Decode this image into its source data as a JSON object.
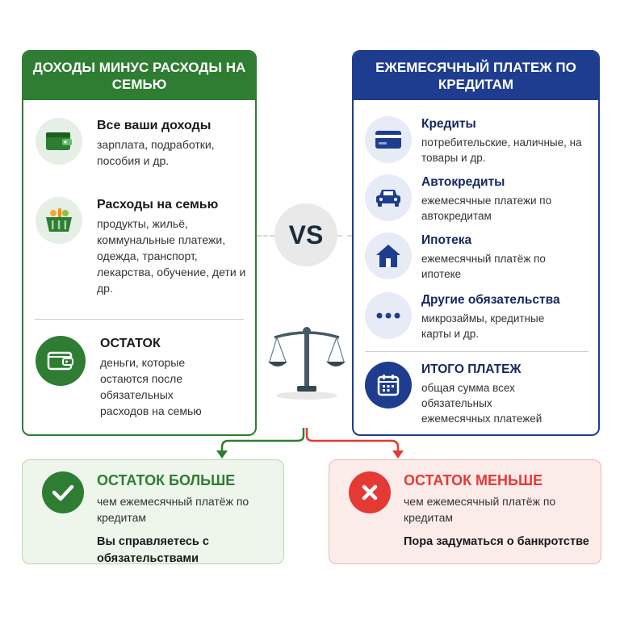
{
  "left_panel": {
    "title": "ДОХОДЫ МИНУС РАСХОДЫ НА СЕМЬЮ",
    "items": [
      {
        "title": "Все ваши доходы",
        "desc": "зарплата, подработки, пособия и др.",
        "icon": "wallet-icon"
      },
      {
        "title": "Расходы на семью",
        "desc": "продукты, жильё, коммунальные платежи, одежда, транспорт, лекарства, обучение, дети и др.",
        "icon": "basket-icon"
      },
      {
        "title": "ОСТАТОК",
        "desc": "деньги, которые остаются после обязательных расходов на семью",
        "icon": "wallet-icon"
      }
    ]
  },
  "right_panel": {
    "title": "ЕЖЕМЕСЯЧНЫЙ ПЛАТЕЖ ПО КРЕДИТАМ",
    "items": [
      {
        "title": "Кредиты",
        "desc": "потребительские, наличные, на товары и др.",
        "icon": "credit-card-icon"
      },
      {
        "title": "Автокредиты",
        "desc": "ежемесячные платежи по автокредитам",
        "icon": "car-icon"
      },
      {
        "title": "Ипотека",
        "desc": "ежемесячный платёж по ипотеке",
        "icon": "house-icon"
      },
      {
        "title": "Другие обязательства",
        "desc": "микрозаймы, кредитные карты и др.",
        "icon": "dots-icon"
      },
      {
        "title": "ИТОГО ПЛАТЕЖ",
        "desc": "общая сумма всех обязательных ежемесячных платежей",
        "icon": "calendar-icon"
      }
    ]
  },
  "vs_label": "VS",
  "results": {
    "ok": {
      "title": "ОСТАТОК БОЛЬШЕ",
      "desc": "чем ежемесячный платёж по кредитам",
      "conclusion": "Вы справляетесь с обязательствами",
      "icon": "check-icon"
    },
    "bad": {
      "title": "ОСТАТОК МЕНЬШЕ",
      "desc": "чем ежемесячный платёж по кредитам",
      "conclusion": "Пора задуматься о банкротстве",
      "icon": "cross-icon"
    }
  },
  "colors": {
    "green": "#2e7d32",
    "blue": "#1f3d8f",
    "red": "#e53935"
  }
}
